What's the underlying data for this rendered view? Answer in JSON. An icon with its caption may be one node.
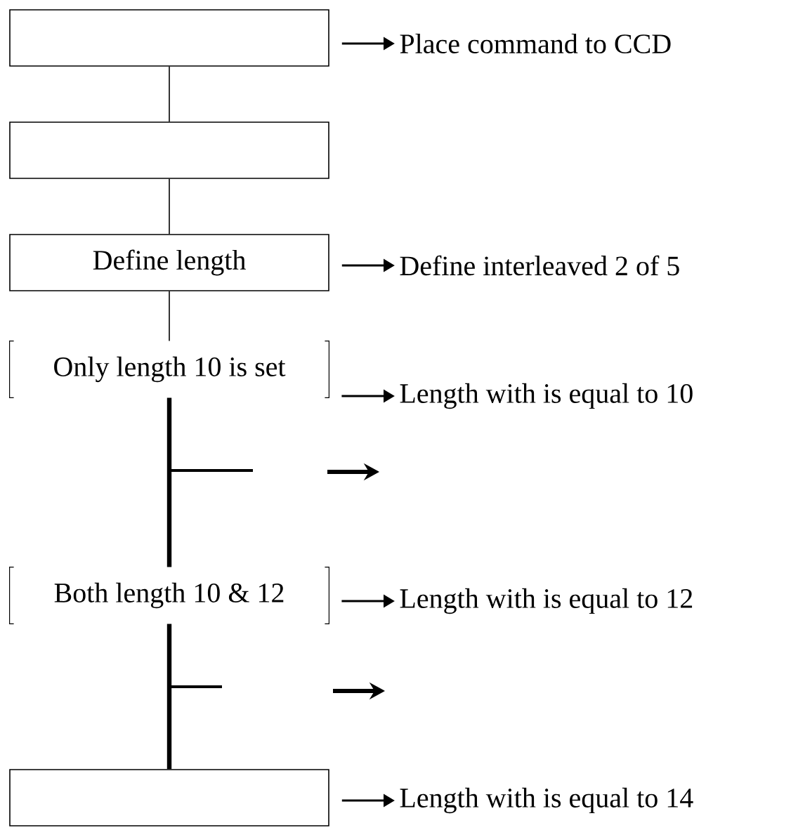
{
  "diagram": {
    "nodes": [
      {
        "text": [],
        "shape": "box"
      },
      {
        "text": [],
        "shape": "box"
      },
      {
        "text": [
          "Define length"
        ]
      },
      {
        "text": [
          "Only length 10 is set"
        ]
      },
      {
        "text": [
          "Both length 10 & 12"
        ]
      },
      {
        "text": [],
        "shape": "box"
      },
      {
        "text": [
          "Place command to CCD"
        ]
      },
      {
        "text": [
          "Define interleaved 2 of 5"
        ]
      },
      {
        "text": [
          "Length with is equal to 10"
        ]
      },
      {
        "text": [
          "Length with is equal to 12"
        ]
      },
      {
        "text": [
          "Length with is equal to 14"
        ]
      }
    ],
    "edges": [
      {
        "from": 0,
        "to": 1,
        "arrow": "none"
      },
      {
        "from": 1,
        "to": 2,
        "arrow": "none"
      },
      {
        "from": 2,
        "to": 3,
        "arrow": "none"
      },
      {
        "from": 3,
        "to": 4,
        "arrow": "none",
        "style": "thick"
      },
      {
        "from": 4,
        "to": 5,
        "arrow": "none",
        "style": "thick"
      },
      {
        "from": 0,
        "to": 6,
        "arrow": "to"
      },
      {
        "from": 2,
        "to": 7,
        "arrow": "to"
      },
      {
        "from": 3,
        "to": 8,
        "arrow": "to"
      },
      {
        "from": 4,
        "to": 9,
        "arrow": "to"
      },
      {
        "from": 5,
        "to": 10,
        "arrow": "to"
      }
    ]
  }
}
